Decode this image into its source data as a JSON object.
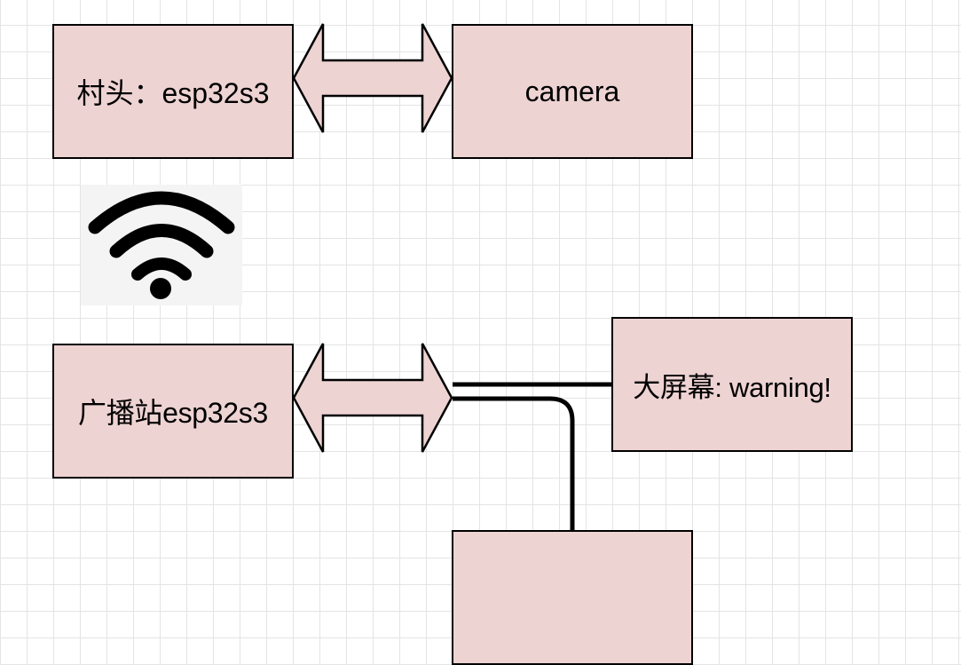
{
  "canvas": {
    "grid": true,
    "grid_color": "#e4e4e4",
    "background": "#ffffff"
  },
  "style": {
    "box_fill": "#eed3d3",
    "stroke": "#000000"
  },
  "nodes": {
    "village": {
      "label": "村头：esp32s3"
    },
    "camera": {
      "label": "camera"
    },
    "broadcast": {
      "label": "广播站esp32s3"
    },
    "screen": {
      "label": "大屏幕: warning!"
    },
    "bottom": {
      "label": ""
    }
  },
  "icons": {
    "wifi": "wifi-icon"
  },
  "edges": [
    {
      "from": "village",
      "to": "camera",
      "type": "double-arrow"
    },
    {
      "from": "broadcast",
      "to": "connector",
      "type": "double-arrow"
    },
    {
      "from": "connector",
      "to": "screen",
      "type": "line"
    },
    {
      "from": "connector",
      "to": "bottom",
      "type": "orthogonal-rounded-line"
    }
  ]
}
